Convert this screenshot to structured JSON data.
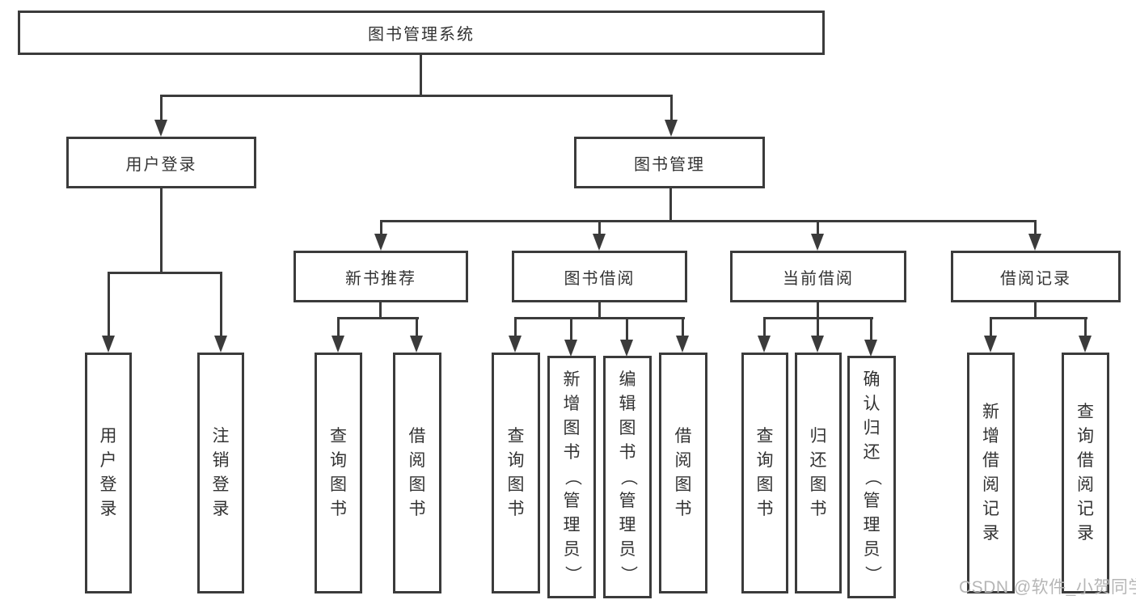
{
  "page": {
    "background": "#ffffff",
    "line_color": "#3b3b3b",
    "text_color": "#333333"
  },
  "tree": {
    "root": {
      "label": "图书管理系统"
    },
    "level2": [
      {
        "label": "用户登录"
      },
      {
        "label": "图书管理"
      }
    ],
    "level3": [
      {
        "label": "新书推荐"
      },
      {
        "label": "图书借阅"
      },
      {
        "label": "当前借阅"
      },
      {
        "label": "借阅记录"
      }
    ],
    "leaves": {
      "user_login": [
        {
          "label": "用户登录"
        },
        {
          "label": "注销登录"
        }
      ],
      "new_books": [
        {
          "label": "查询图书"
        },
        {
          "label": "借阅图书"
        }
      ],
      "book_borrow": [
        {
          "label": "查询图书"
        },
        {
          "label": "新增图书（管理员）"
        },
        {
          "label": "编辑图书（管理员）"
        },
        {
          "label": "借阅图书"
        }
      ],
      "current_borrow": [
        {
          "label": "查询图书"
        },
        {
          "label": "归还图书"
        },
        {
          "label": "确认归还（管理员）"
        }
      ],
      "borrow_records": [
        {
          "label": "新增借阅记录"
        },
        {
          "label": "查询借阅记录"
        }
      ]
    }
  },
  "watermark": {
    "text": "CSDN @软件_小贺同学",
    "color": "#b6b6b6"
  }
}
